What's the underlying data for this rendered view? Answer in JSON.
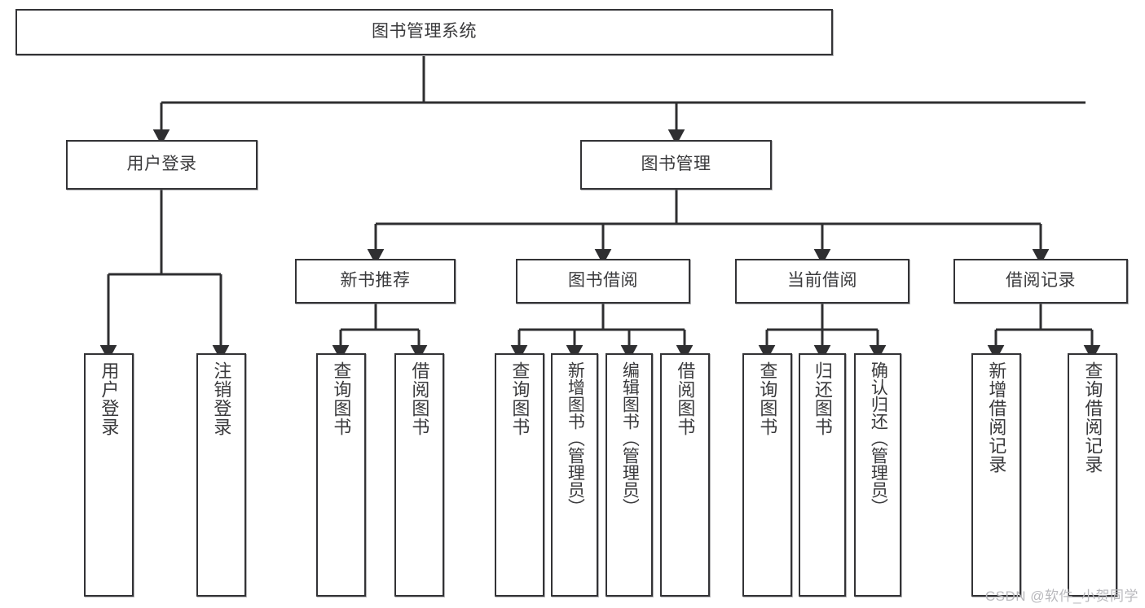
{
  "diagram": {
    "title": "图书管理系统",
    "type": "tree-hierarchy-chart",
    "watermark": "CSDN @软件_小贺同学",
    "colors": {
      "box_border": "#333336",
      "box_fill": "#ffffff",
      "text": "#3a3a3c",
      "connector": "#2f2f31",
      "watermark": "#b9b9bd",
      "background": "#ffffff"
    },
    "root": {
      "label": "图书管理系统"
    },
    "level2": [
      {
        "id": "user-login",
        "label": "用户登录"
      },
      {
        "id": "book-manage",
        "label": "图书管理"
      }
    ],
    "level3": [
      {
        "id": "new-book-recommend",
        "label": "新书推荐"
      },
      {
        "id": "book-borrow",
        "label": "图书借阅"
      },
      {
        "id": "current-borrow",
        "label": "当前借阅"
      },
      {
        "id": "borrow-record",
        "label": "借阅记录"
      }
    ],
    "leaves": [
      {
        "id": "leaf-user-login",
        "label": "用户登录",
        "parent": "user-login"
      },
      {
        "id": "leaf-logout",
        "label": "注销登录",
        "parent": "user-login"
      },
      {
        "id": "leaf-query-book-1",
        "label": "查询图书",
        "parent": "new-book-recommend"
      },
      {
        "id": "leaf-borrow-book-1",
        "label": "借阅图书",
        "parent": "new-book-recommend"
      },
      {
        "id": "leaf-query-book-2",
        "label": "查询图书",
        "parent": "book-borrow"
      },
      {
        "id": "leaf-add-book",
        "label": "新增图书（管理员）",
        "parent": "book-borrow"
      },
      {
        "id": "leaf-edit-book",
        "label": "编辑图书（管理员）",
        "parent": "book-borrow"
      },
      {
        "id": "leaf-borrow-book-2",
        "label": "借阅图书",
        "parent": "book-borrow"
      },
      {
        "id": "leaf-query-book-3",
        "label": "查询图书",
        "parent": "current-borrow"
      },
      {
        "id": "leaf-return-book",
        "label": "归还图书",
        "parent": "current-borrow"
      },
      {
        "id": "leaf-confirm-return",
        "label": "确认归还（管理员）",
        "parent": "current-borrow"
      },
      {
        "id": "leaf-add-record",
        "label": "新增借阅记录",
        "parent": "borrow-record"
      },
      {
        "id": "leaf-query-record",
        "label": "查询借阅记录",
        "parent": "borrow-record"
      }
    ]
  }
}
